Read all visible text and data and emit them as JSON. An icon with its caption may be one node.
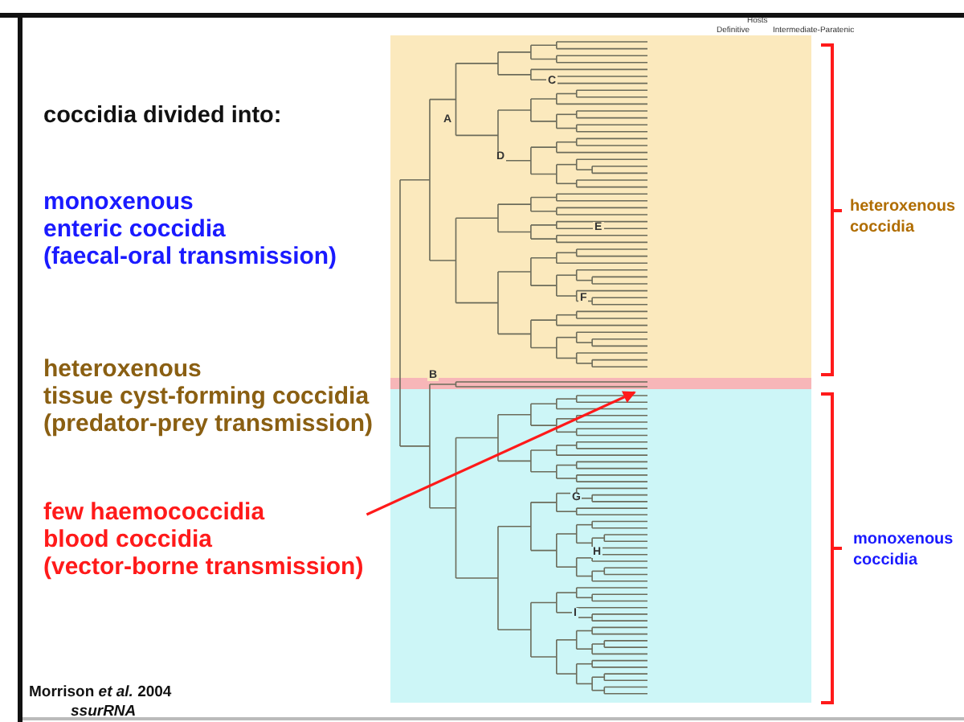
{
  "diagram": {
    "title": "coccidia divided into:",
    "nodes": [
      {
        "text": [
          "few haemococcidia",
          "blood coccidia",
          "(vector-borne transmission)"
        ]
      },
      {
        "text": [],
        "shape": "bar"
      }
    ],
    "edges": [
      {
        "from": 0,
        "to": 1,
        "arrow": "to",
        "color": "#ff1a1a"
      }
    ],
    "labels": [
      "Hosts",
      "Definitive",
      "Intermediate-Paratenic",
      "C",
      "A",
      "D",
      "heteroxenous coccidia",
      "monoxenous",
      "enteric coccidia",
      "(faecal-oral transmission)",
      "E",
      "F",
      "heteroxenous",
      "tissue cyst-forming coccidia",
      "(predator-prey transmission)",
      "B",
      "G",
      "monoxenous coccidia",
      "H",
      "I",
      "Morrison *et al.* 2004",
      "ssurRNA"
    ]
  }
}
